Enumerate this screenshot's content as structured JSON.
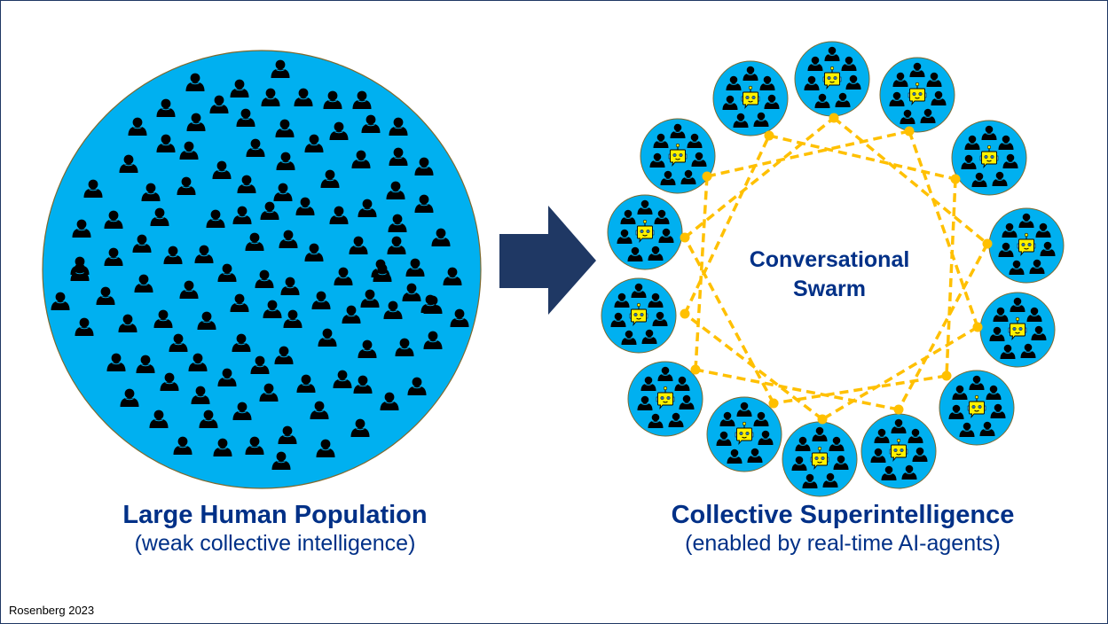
{
  "colors": {
    "circle_fill": "#00B0F0",
    "circle_stroke": "#7F6A2E",
    "person": "#000000",
    "arrow": "#1F3864",
    "swarm_link": "#FFC000",
    "robot_face": "#FFF200",
    "text": "#003087"
  },
  "left_panel": {
    "title": "Large Human Population",
    "subtitle": "(weak collective intelligence)",
    "icon": "person-icon"
  },
  "arrow": {
    "icon": "right-arrow-icon"
  },
  "right_panel": {
    "center_label_line1": "Conversational",
    "center_label_line2": "Swarm",
    "title": "Collective Superintelligence",
    "subtitle": "(enabled by real-time AI-agents)",
    "group_count": 14,
    "people_per_group": 7,
    "agent_icon": "robot-chat-icon",
    "link_pattern": "star polygon {14/3}, dashed"
  },
  "credit": "Rosenberg 2023"
}
